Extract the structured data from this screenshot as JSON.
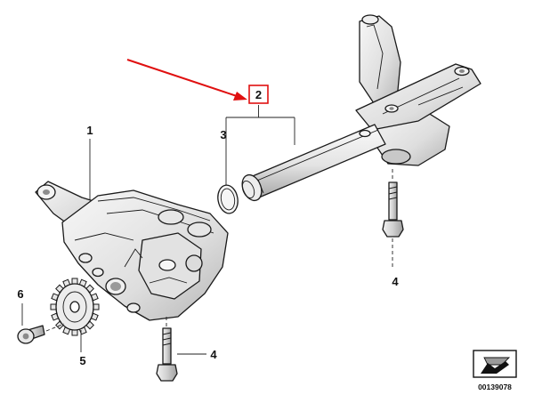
{
  "callouts": {
    "p1": "1",
    "p2": "2",
    "p3": "3",
    "p4_upper": "4",
    "p4_lower": "4",
    "p5": "5",
    "p6": "6"
  },
  "doc_number": "00139078",
  "colors": {
    "highlight": "#e01010",
    "line": "#1a1a1a",
    "part_fill": "#f4f4f4",
    "shade": "#bdbdbd"
  },
  "icons": {
    "doc_icon": "arrow-down-left-icon"
  }
}
